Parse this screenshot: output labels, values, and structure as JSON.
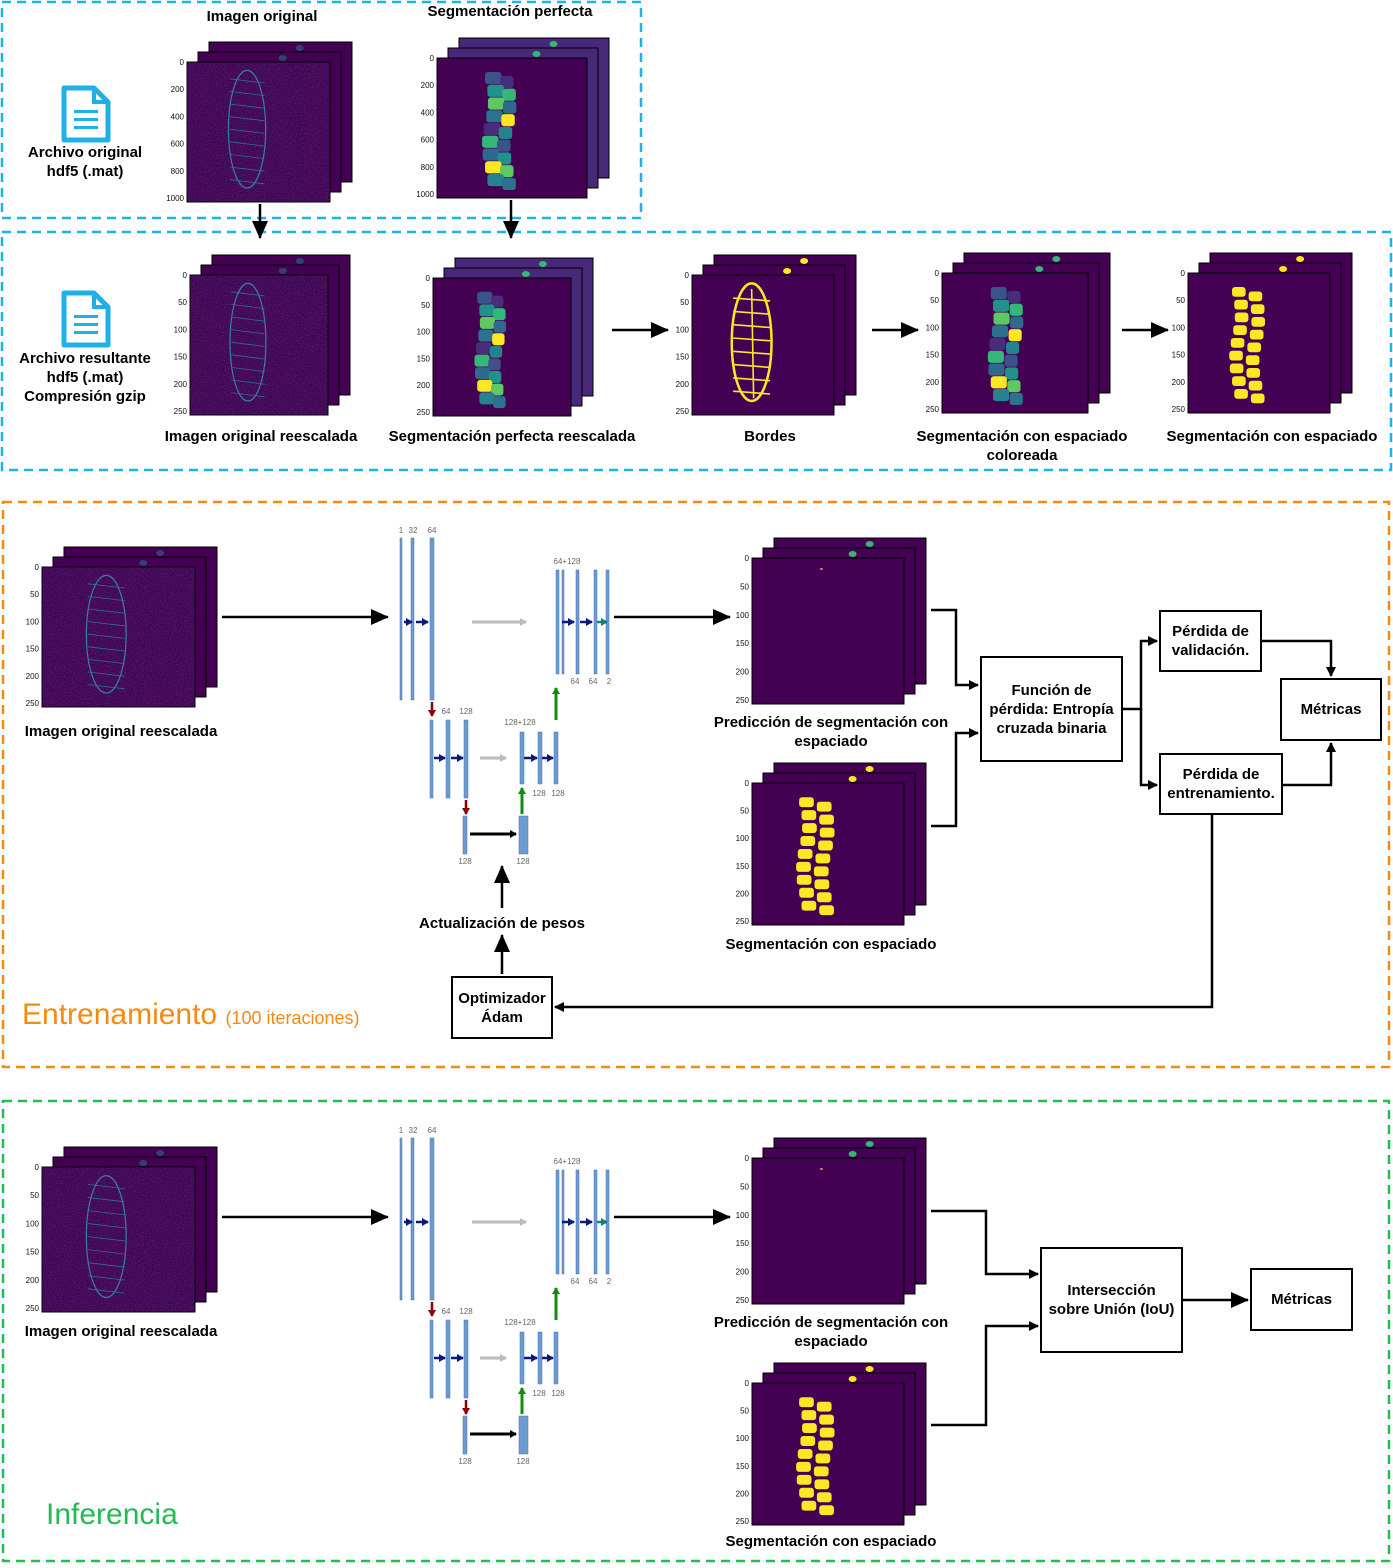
{
  "colors": {
    "blue_dash": "#1bb3e8",
    "orange_dash": "#f48a12",
    "green_dash": "#22bb55",
    "viridis_bg": "#440154",
    "yellow": "#fde725",
    "entrenamiento": "#f48a12",
    "inferencia": "#22bb55",
    "file_icon": "#1fb0e8",
    "unet_block": "#6c9bd2",
    "arrow_down": "#8b0000",
    "arrow_up": "#138a10",
    "arrow_right": "#0a1a7a",
    "skip_arrow": "#bbbbbb"
  },
  "preprocessing": {
    "file_original": [
      "Archivo original",
      "hdf5 (.mat)"
    ],
    "file_result": [
      "Archivo resultante",
      "hdf5 (.mat)",
      "Compresión gzip"
    ],
    "top_labels": [
      "Imagen original",
      "Segmentación perfecta"
    ],
    "top_ticks": [
      "0",
      "200",
      "400",
      "600",
      "800",
      "1000"
    ],
    "row_ticks": [
      "0",
      "50",
      "100",
      "150",
      "200",
      "250"
    ],
    "row_labels": [
      [
        "Imagen original reescalada"
      ],
      [
        "Segmentación perfecta reescalada"
      ],
      [
        "Bordes"
      ],
      [
        "Segmentación con espaciado",
        "coloreada"
      ],
      [
        "Segmentación con espaciado"
      ]
    ]
  },
  "training": {
    "input_label": "Imagen original reescalada",
    "prediction_label": [
      "Predicción de segmentación con",
      "espaciado"
    ],
    "target_label": "Segmentación con espaciado",
    "loss_box": [
      "Función de",
      "pérdida: Entropía",
      "cruzada binaria"
    ],
    "val_loss_box": [
      "Pérdida de",
      "validación."
    ],
    "train_loss_box": [
      "Pérdida de",
      "entrenamiento."
    ],
    "metrics_box": "Métricas",
    "optimizer_box": [
      "Optimizador",
      "Ádam"
    ],
    "weights_label": "Actualización de pesos",
    "section_title": "Entrenamiento",
    "section_subtitle": "(100 iteraciones)"
  },
  "inference": {
    "input_label": "Imagen original reescalada",
    "prediction_label": [
      "Predicción de segmentación con",
      "espaciado"
    ],
    "target_label": "Segmentación con espaciado",
    "iou_box": [
      "Intersección",
      "sobre Unión (IoU)"
    ],
    "metrics_box": "Métricas",
    "section_title": "Inferencia"
  },
  "unet": {
    "top_left": [
      "1",
      "32",
      "64"
    ],
    "top_right_header": "64+128",
    "top_right_bottom": [
      "64",
      "64",
      "2"
    ],
    "mid_left": [
      "64",
      "128"
    ],
    "mid_right_header": "128+128",
    "mid_right_bottom": [
      "128",
      "128"
    ],
    "bottom": [
      "128",
      "128"
    ]
  }
}
